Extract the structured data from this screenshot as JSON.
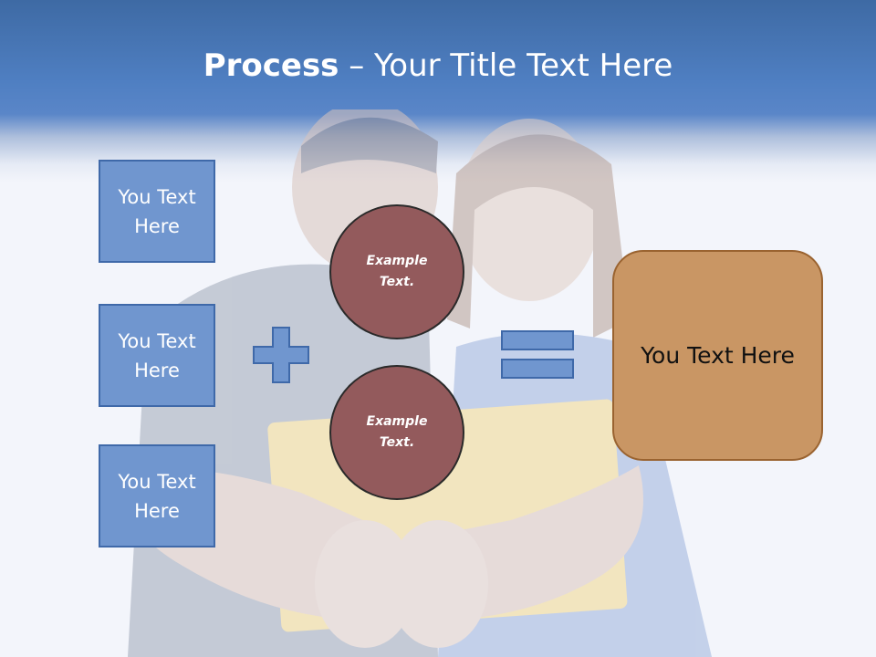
{
  "title": {
    "bold": "Process",
    "rest": " – Your Title Text Here"
  },
  "left_boxes": [
    "You Text Here",
    "You Text Here",
    "You Text Here"
  ],
  "circles": [
    "Example Text.",
    "Example Text."
  ],
  "result": "You Text Here",
  "colors": {
    "header_blue": "#4f7fc2",
    "box_fill": "#7096cf",
    "box_border": "#3f69a9",
    "circle_fill": "#935a5c",
    "operator_fill": "#7096cf",
    "result_fill": "#c99664",
    "result_border": "#9a6330"
  },
  "icons": [
    "plus-icon",
    "equals-icon"
  ],
  "background_image": "couple-thumbs-up-photo"
}
